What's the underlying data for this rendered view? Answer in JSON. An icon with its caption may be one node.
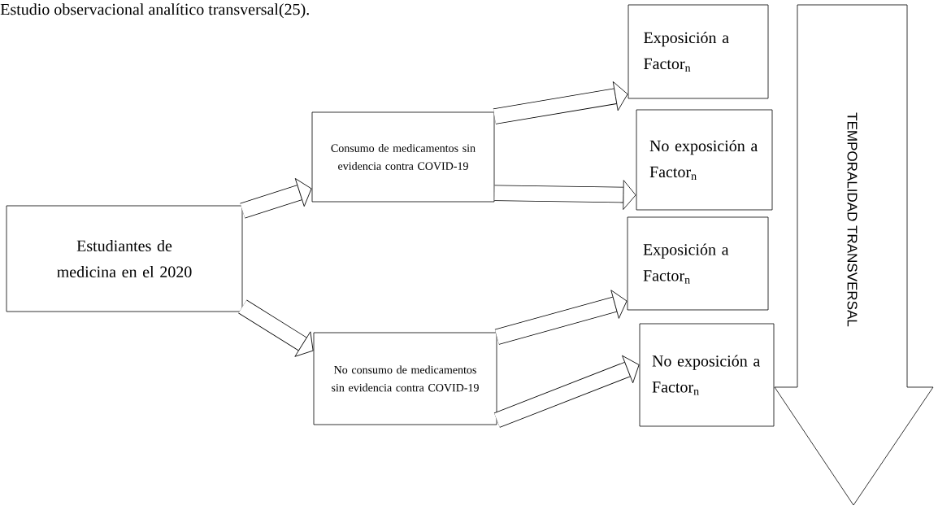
{
  "diagram": {
    "title": "Estudio observacional analítico transversal(25).",
    "nodes": [
      {
        "text": [
          "Estudiantes de medicina en el 2020"
        ]
      },
      {
        "text": [
          "Consumo de medicamentos sin evidencia contra COVID-19"
        ]
      },
      {
        "text": [
          "No consumo de medicamentos sin evidencia contra COVID-19"
        ]
      },
      {
        "text": [
          "Exposición a Factor$_{n}$"
        ]
      },
      {
        "text": [
          "No exposición a Factor$_{n}$"
        ]
      },
      {
        "text": [
          "Exposición a Factor$_{n}$"
        ]
      },
      {
        "text": [
          "No exposición a Factor$_{n}$"
        ]
      },
      {
        "text": [
          "TEMPORALIDAD TRANSVERSAL"
        ]
      }
    ],
    "edges": [
      {
        "from": 0,
        "to": 1,
        "arrow": "to"
      },
      {
        "from": 0,
        "to": 2,
        "arrow": "to"
      },
      {
        "from": 1,
        "to": 3,
        "arrow": "to"
      },
      {
        "from": 1,
        "to": 4,
        "arrow": "to"
      },
      {
        "from": 2,
        "to": 5,
        "arrow": "to"
      },
      {
        "from": 2,
        "to": 6,
        "arrow": "to"
      }
    ]
  }
}
